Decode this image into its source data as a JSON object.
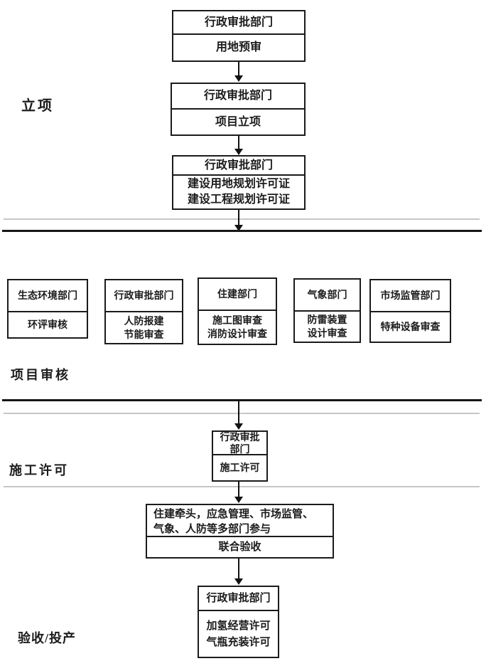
{
  "colors": {
    "background": "#ffffff",
    "line": "#1b1b1b",
    "divider_gray": "#c6c6c6"
  },
  "section_labels": {
    "lixiang": "立项",
    "xiangmu_shenhe": "项目审核",
    "shigong_xuke": "施工许可",
    "yanshou_touchan": "验收/投产"
  },
  "flow": {
    "land_preexam": {
      "header": "行政审批部门",
      "body": "用地预审"
    },
    "project_approval": {
      "header": "行政审批部门",
      "body": "项目立项"
    },
    "planning_permits": {
      "header": "行政审批部门",
      "body_line1": "建设用地规划许可证",
      "body_line2": "建设工程规划许可证"
    },
    "eco_env": {
      "header": "生态环境部门",
      "body": "环评审核"
    },
    "admin_review": {
      "header": "行政审批部门",
      "body_line1": "人防报建",
      "body_line2": "节能审查"
    },
    "housing_dept": {
      "header": "住建部门",
      "body_line1": "施工图审查",
      "body_line2": "消防设计审查"
    },
    "meteo_dept": {
      "header": "气象部门",
      "body_line1": "防雷装置",
      "body_line2": "设计审查"
    },
    "market_dept": {
      "header": "市场监管部门",
      "body": "特种设备审查"
    },
    "construction_permit": {
      "header_line1": "行政审批",
      "header_line2": "部门",
      "body": "施工许可"
    },
    "joint_acceptance": {
      "header_line1": "住建牵头，应急管理、市场监管、",
      "header_line2": "气象、人防等多部门参与",
      "body": "联合验收"
    },
    "operation_permits": {
      "header": "行政审批部门",
      "body_line1": "加氢经营许可",
      "body_line2": "气瓶充装许可"
    }
  }
}
